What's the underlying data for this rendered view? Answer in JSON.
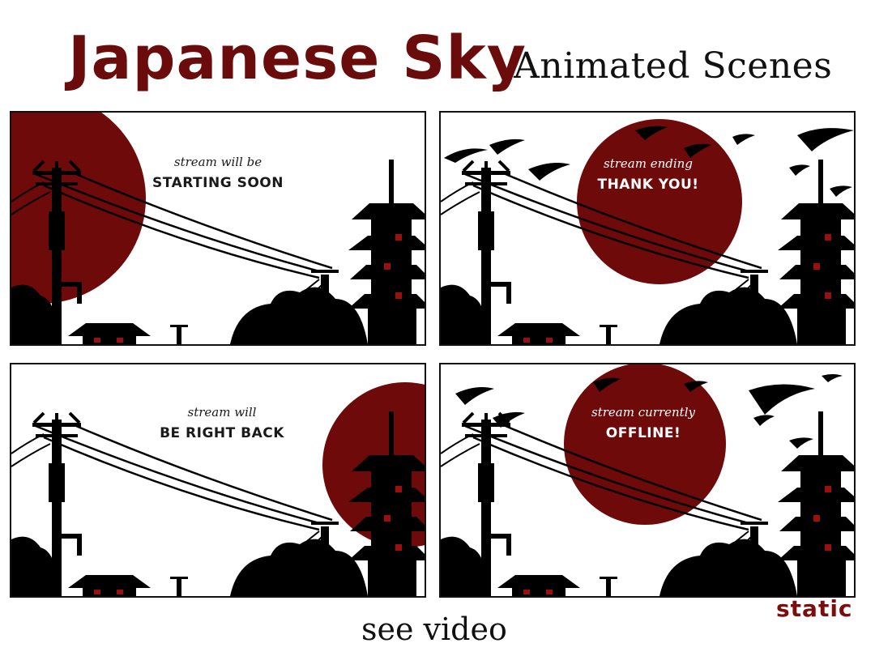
{
  "header": {
    "title": "Japanese Sky",
    "subtitle": "Animated Scenes"
  },
  "colors": {
    "accent": "#6b0c0c",
    "sun": "#6e0a0a",
    "ink": "#111111"
  },
  "scenes": [
    {
      "small": "stream will be",
      "big": "STARTING SOON"
    },
    {
      "small": "stream ending",
      "big": "THANK YOU!"
    },
    {
      "small": "stream will",
      "big": "BE RIGHT BACK"
    },
    {
      "small": "stream currently",
      "big": "OFFLINE!"
    }
  ],
  "footer": {
    "cta": "see video",
    "brand": "static"
  }
}
